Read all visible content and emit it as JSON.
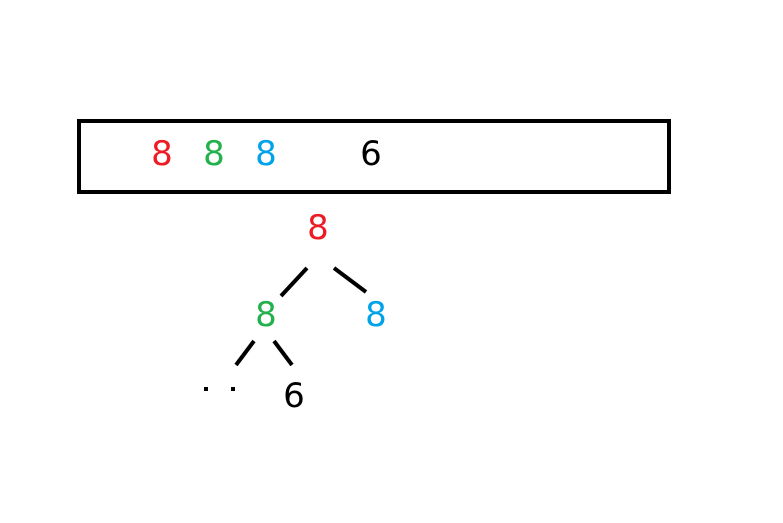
{
  "array": {
    "values": [
      "8",
      "8",
      "8",
      "6"
    ],
    "colors": [
      "#ED1C24",
      "#22B14C",
      "#00A2E8",
      "#000000"
    ]
  },
  "tree": {
    "root": "8",
    "left": "8",
    "right": "8",
    "left_right": "6"
  },
  "colors": {
    "red": "#ED1C24",
    "green": "#22B14C",
    "blue": "#00A2E8",
    "black": "#000000"
  }
}
